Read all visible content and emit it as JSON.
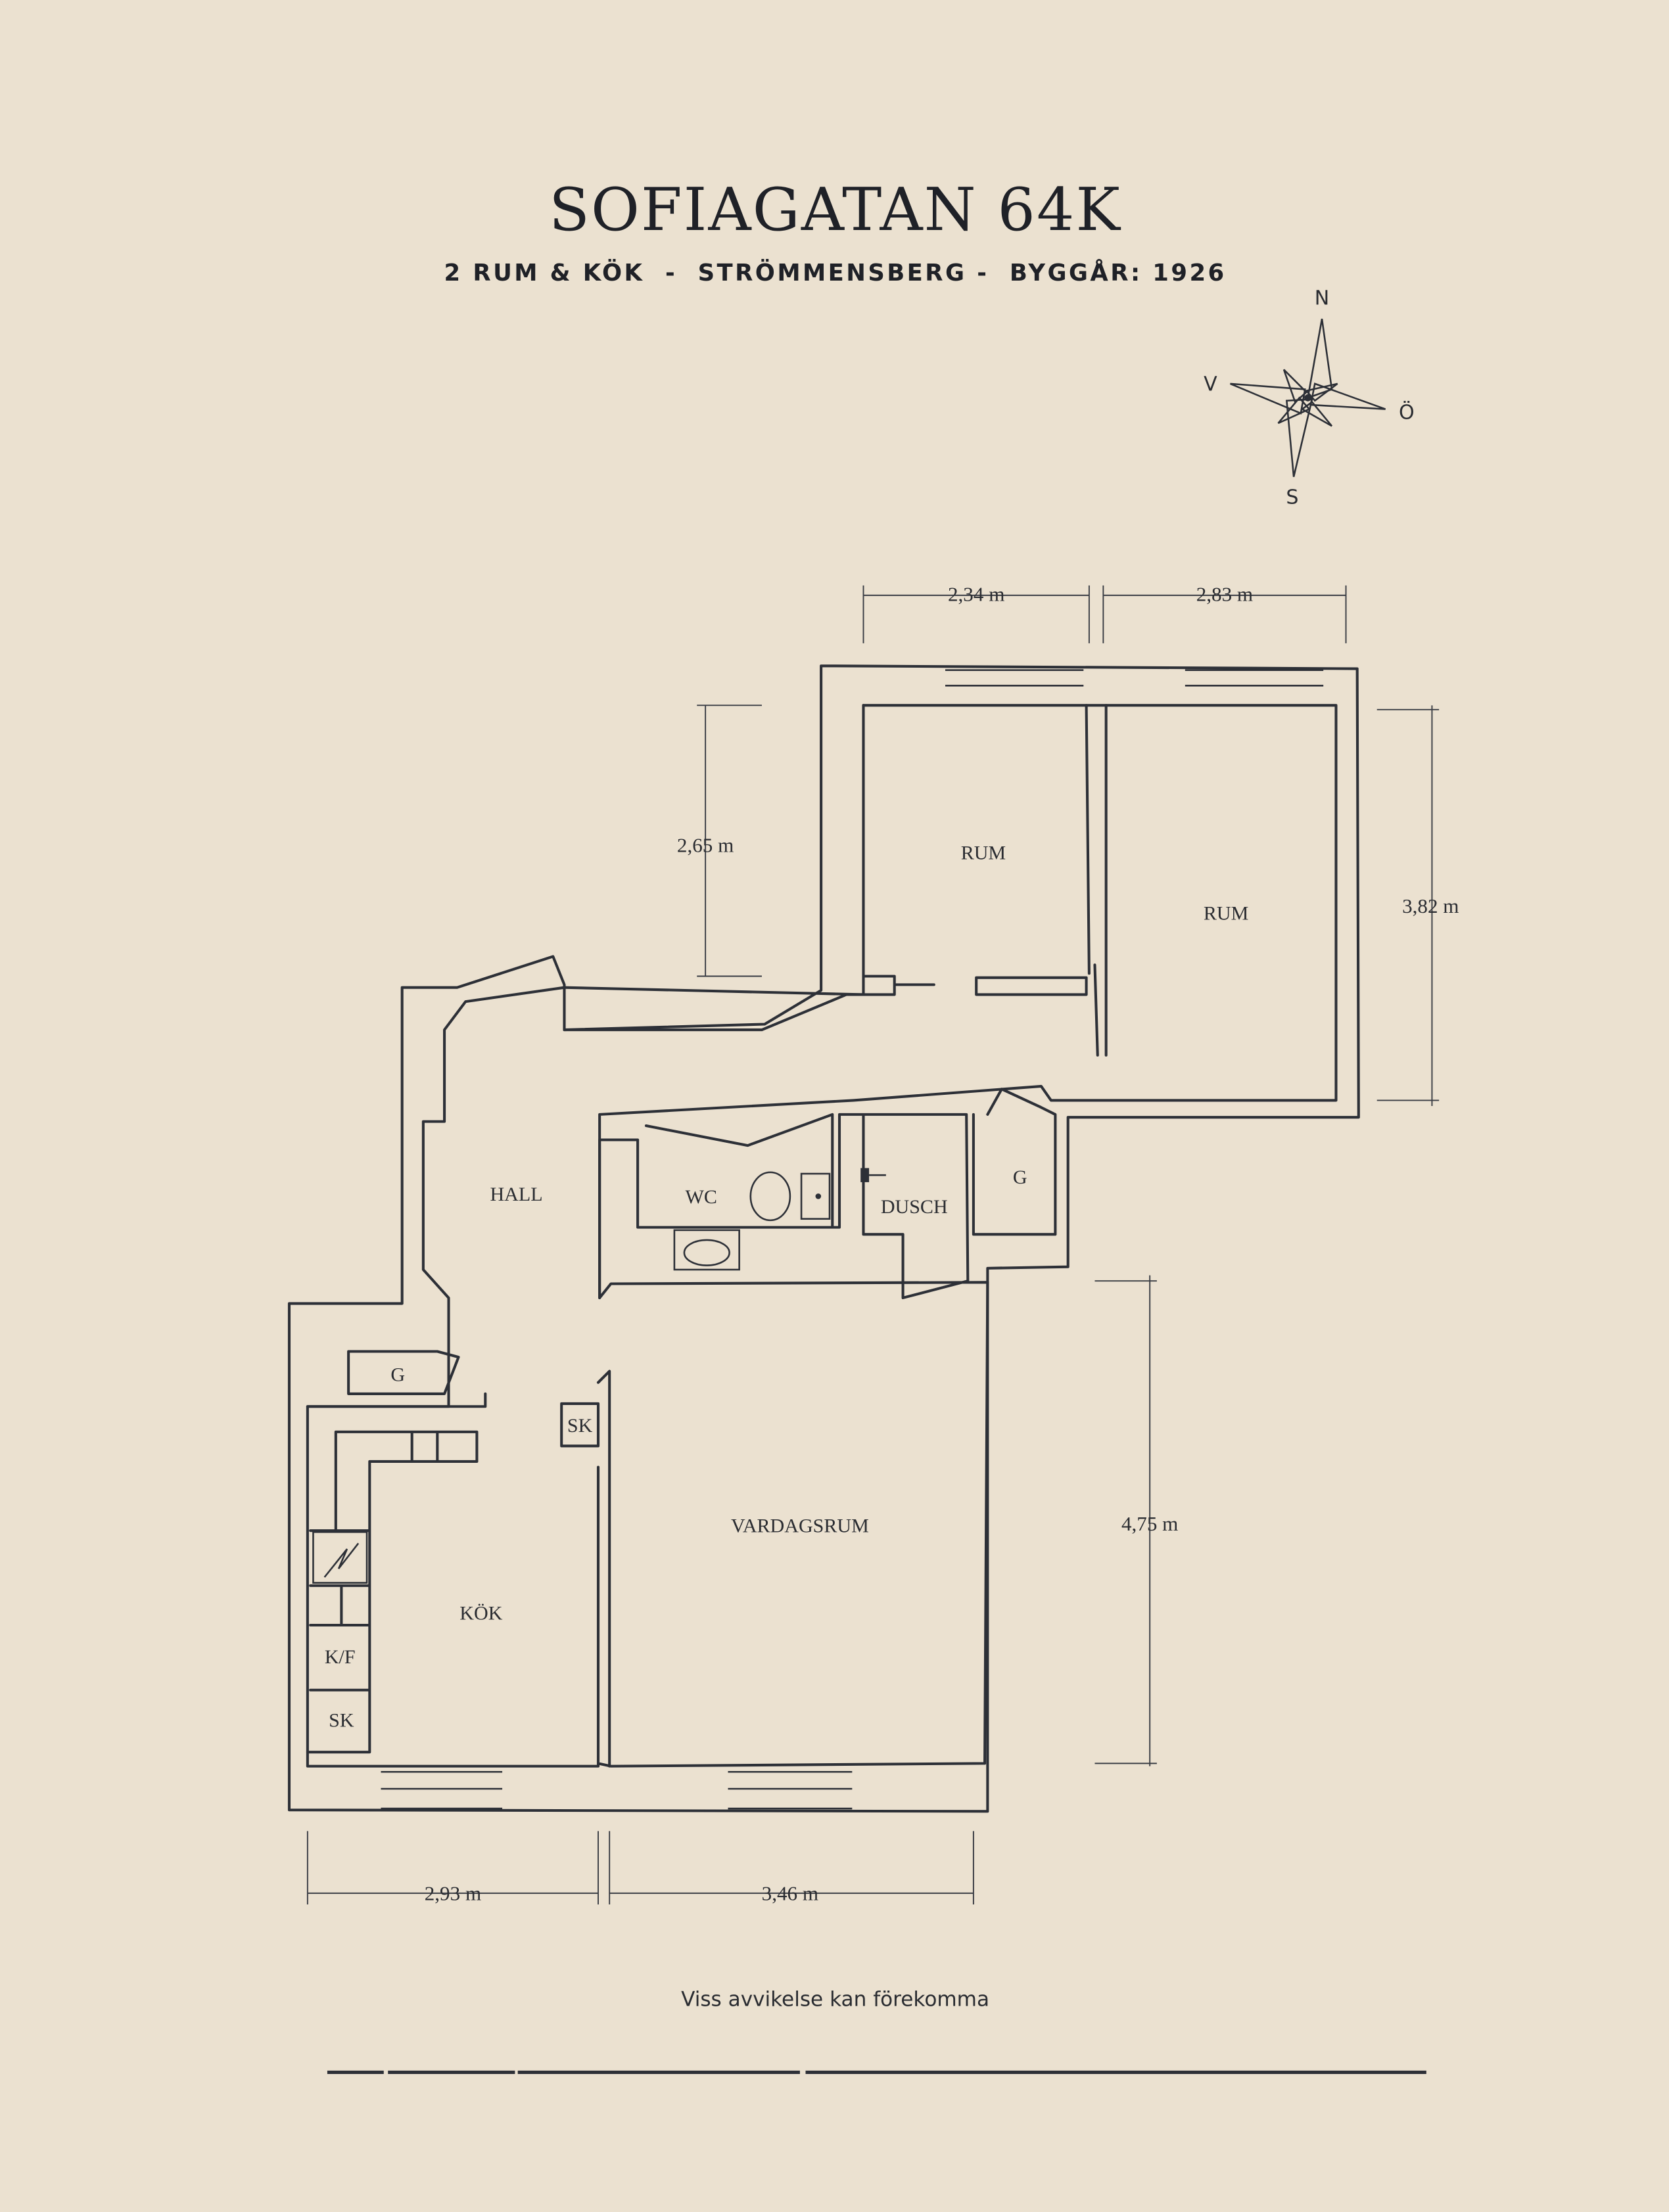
{
  "header": {
    "title": "SOFIAGATAN 64K",
    "subtitle": "2 RUM & KÖK  -  STRÖMMENSBERG -  BYGGÅR: 1926"
  },
  "compass": {
    "north": "N",
    "east": "Ö",
    "south": "S",
    "west": "V"
  },
  "rooms": {
    "rum_1": "RUM",
    "rum_2": "RUM",
    "hall": "HALL",
    "wc": "WC",
    "dusch": "DUSCH",
    "garderob_hall": "G",
    "garderob_bath": "G",
    "sk_hall": "SK",
    "vardagsrum": "VARDAGSRUM",
    "kok": "KÖK",
    "kf": "K/F",
    "sk_kok": "SK"
  },
  "dimensions": {
    "top_left": "2,34 m",
    "top_right": "2,83 m",
    "left_height": "2,65 m",
    "right_height": "3,82 m",
    "living_height": "4,75 m",
    "bottom_left": "2,93 m",
    "bottom_right": "3,46 m"
  },
  "footer": {
    "note": "Viss avvikelse kan förekomma"
  },
  "colors": {
    "background": "#ebe1d0",
    "ink": "#2d3037"
  }
}
